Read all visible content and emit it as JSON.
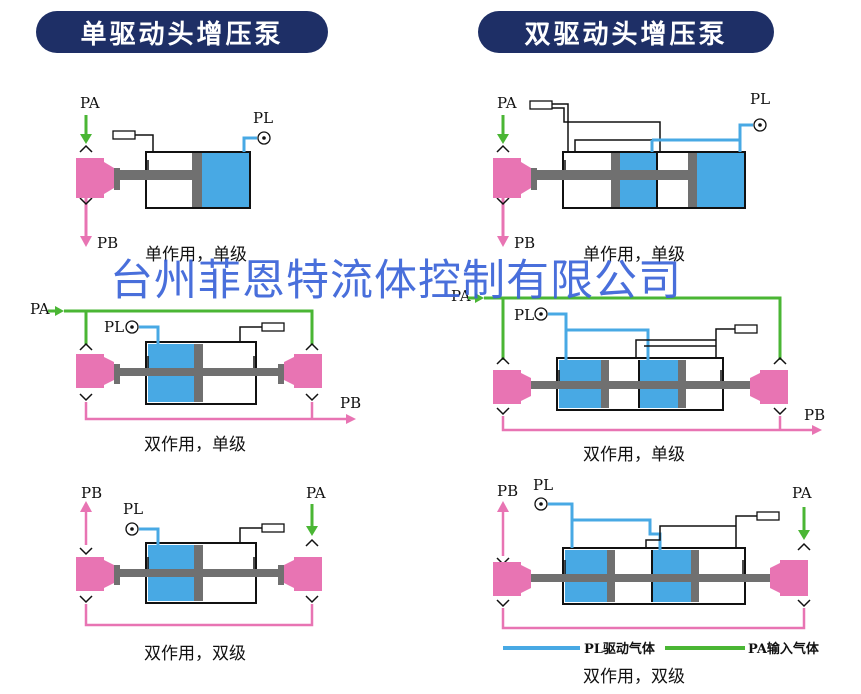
{
  "headers": {
    "single_drive": "单驱动头增压泵",
    "double_drive": "双驱动头增压泵"
  },
  "labels": {
    "pa": "PA",
    "pb": "PB",
    "pl": "PL"
  },
  "captions": {
    "single_action_single_stage": "单作用，单级",
    "double_action_single_stage": "双作用，单级",
    "double_action_double_stage": "双作用，双级"
  },
  "legend": {
    "pl_drive_gas": "PL驱动气体",
    "pa_input_gas": "PA输入气体"
  },
  "watermark": "台州菲恩特流体控制有限公司",
  "colors": {
    "drive_gas": "#48a9e4",
    "input_gas": "#4ab634",
    "output": "#e874b3",
    "frame": "#111111",
    "piston": "#707070",
    "header_bg": "#1e2f66",
    "watermark": "#3a63d8"
  }
}
